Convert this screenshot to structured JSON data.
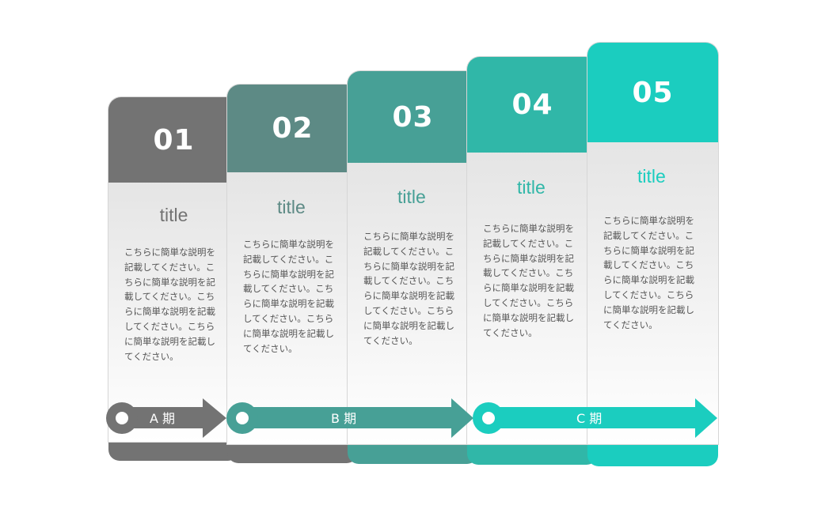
{
  "colors": {
    "step1": "#737373",
    "step2": "#5d8a85",
    "step3": "#47a096",
    "step4": "#30b7a8",
    "step5": "#1bcdbf",
    "text": "#555555"
  },
  "steps": [
    {
      "number": "01",
      "title": "title",
      "description": "こちらに簡単な説明を記載してください。こちらに簡単な説明を記載してください。こちらに簡単な説明を記載してください。こちらに簡単な説明を記載してください。"
    },
    {
      "number": "02",
      "title": "title",
      "description": "こちらに簡単な説明を記載してください。こちらに簡単な説明を記載してください。こちらに簡単な説明を記載してください。こちらに簡単な説明を記載してください。"
    },
    {
      "number": "03",
      "title": "title",
      "description": "こちらに簡単な説明を記載してください。こちらに簡単な説明を記載してください。こちらに簡単な説明を記載してください。こちらに簡単な説明を記載してください。"
    },
    {
      "number": "04",
      "title": "title",
      "description": "こちらに簡単な説明を記載してください。こちらに簡単な説明を記載してください。こちらに簡単な説明を記載してください。こちらに簡単な説明を記載してください。"
    },
    {
      "number": "05",
      "title": "title",
      "description": "こちらに簡単な説明を記載してください。こちらに簡単な説明を記載してください。こちらに簡単な説明を記載してください。こちらに簡単な説明を記載してください。"
    }
  ],
  "periods": [
    {
      "label": "A 期"
    },
    {
      "label": "B 期"
    },
    {
      "label": "C 期"
    }
  ]
}
